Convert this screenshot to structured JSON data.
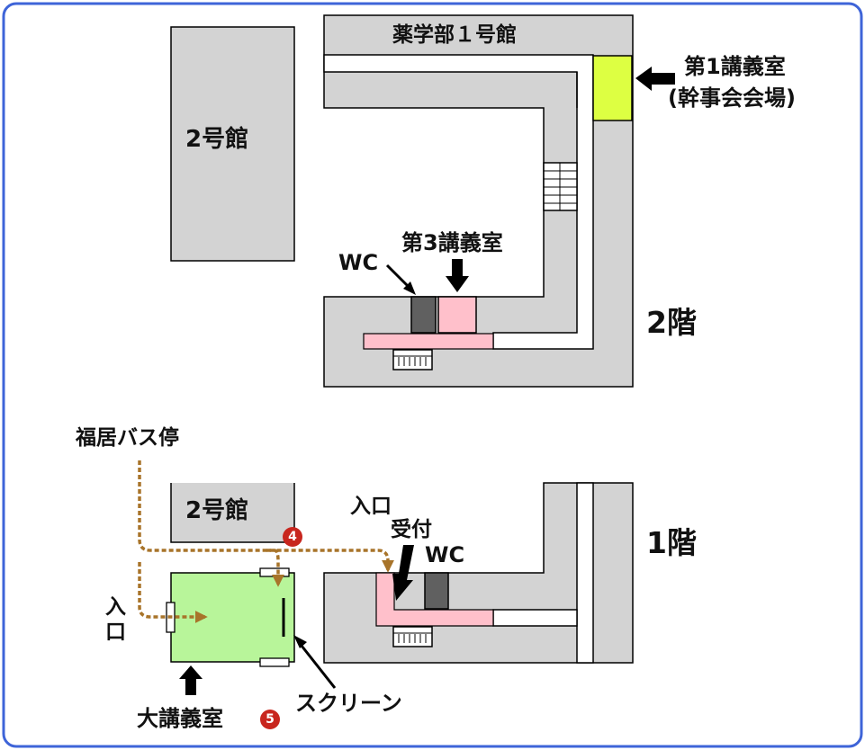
{
  "colors": {
    "frame": "#3e64d8",
    "building": "#d3d3d3",
    "outline": "#000000",
    "room_highlight": "#ffc0cb",
    "main_venue": "#ddff42",
    "big_lecture": "#b8f59a",
    "wc": "#606060",
    "route": "#a8742a",
    "marker": "#c8261e"
  },
  "floor2": {
    "floor_label": "2階",
    "building1_label": "薬学部１号館",
    "building2_label": "2号館",
    "room1_label_line1": "第1講義室",
    "room1_label_line2": "(幹事会会場)",
    "room3_label": "第3講義室",
    "wc_label": "WC"
  },
  "floor1": {
    "floor_label": "1階",
    "building2_label": "2号館",
    "bus_stop_label": "福居バス停",
    "entrance_label": "入口",
    "reception_label": "受付",
    "wc_label": "WC",
    "side_entrance_label_top": "入",
    "side_entrance_label_bottom": "口",
    "big_lecture_label": "大講義室",
    "screen_label": "スクリーン",
    "marker4": "4",
    "marker5": "5"
  }
}
